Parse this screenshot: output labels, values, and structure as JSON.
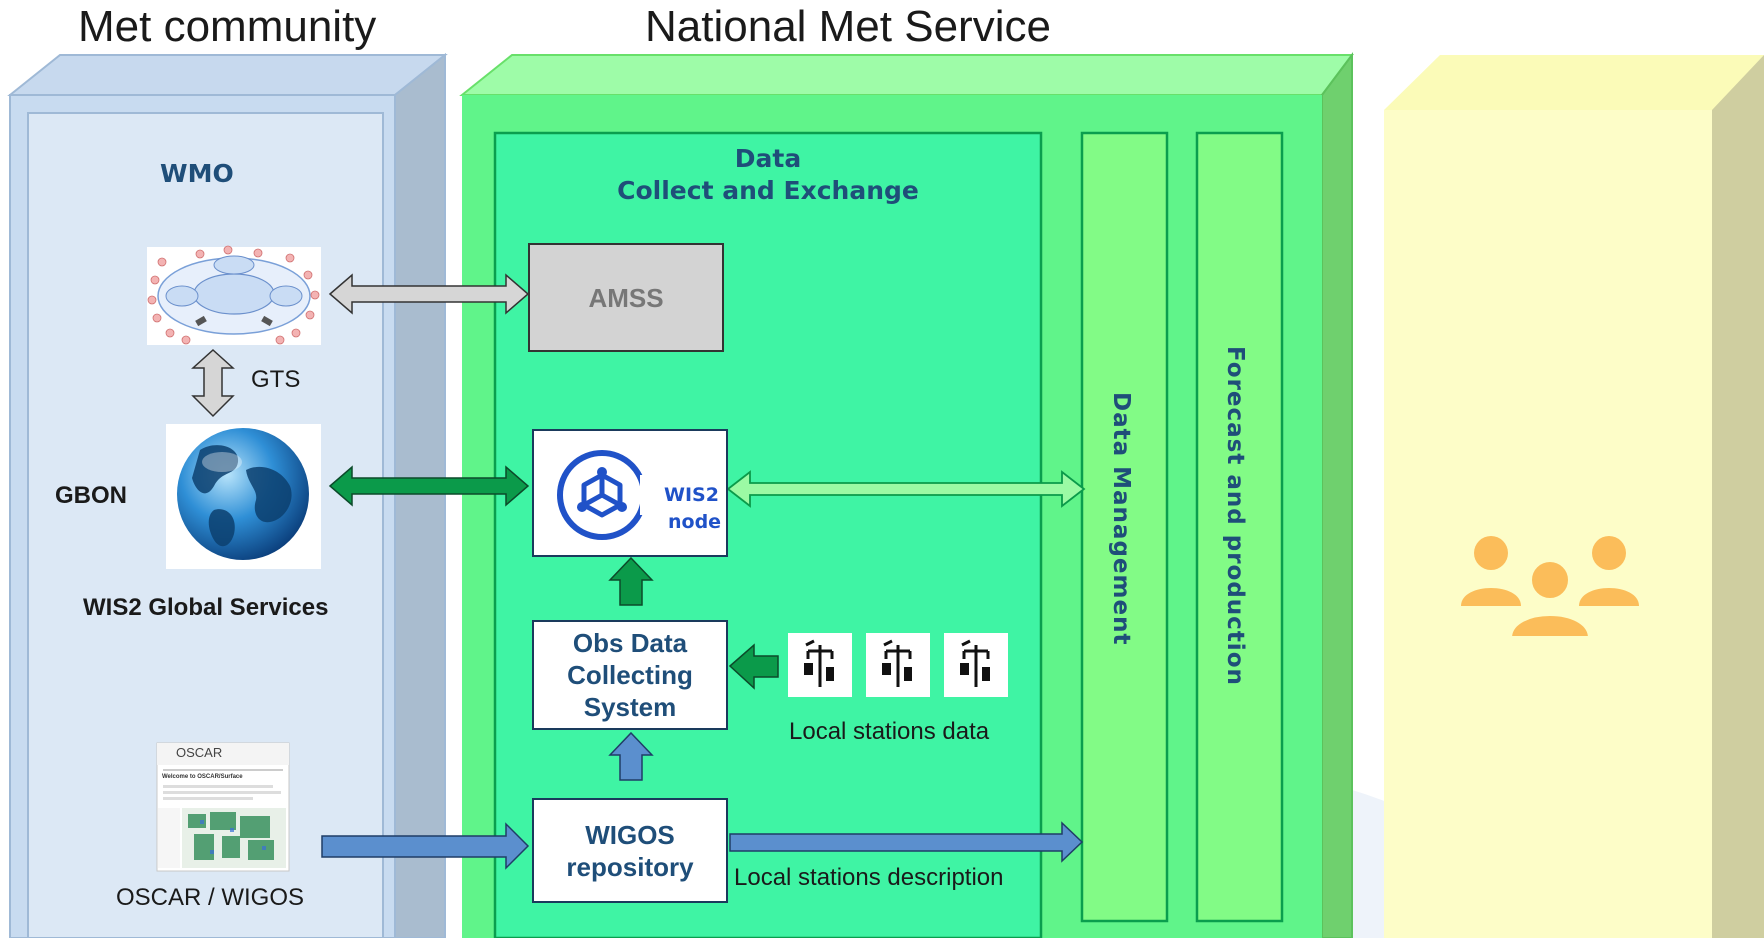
{
  "headers": {
    "met_community": "Met community",
    "national_met_service": "National Met Service"
  },
  "left_panel": {
    "wmo_label": "WMO",
    "gts_label": "GTS",
    "gbon_label": "GBON",
    "wis2_global_label": "WIS2 Global Services",
    "oscar_label": "OSCAR / WIGOS",
    "oscar_thumb_title": "OSCAR",
    "oscar_thumb_heading": "Welcome to OSCAR/Surface"
  },
  "nms_panel": {
    "data_title_line1": "Data",
    "data_title_line2": "Collect and Exchange",
    "amss_label": "AMSS",
    "wis2_node_line1": "WIS2",
    "wis2_node_line2": "node",
    "obs_line1": "Obs Data",
    "obs_line2": "Collecting",
    "obs_line3": "System",
    "wigos_line1": "WIGOS",
    "wigos_line2": "repository",
    "local_stations_data": "Local stations data",
    "local_stations_description": "Local stations description",
    "data_management": "Data Management",
    "forecast_production": "Forecast and production"
  },
  "colors": {
    "wmo_panel": "#dce8f5",
    "nms_panel": "#5ff58a",
    "data_panel": "#3ff4a4",
    "column_panel": "#82fb86",
    "users_panel": "#fdfdc8",
    "arrow_green": "#0b9a4a",
    "arrow_blue": "#5b8fce",
    "arrow_grey": "#c8c8c8",
    "users_icon": "#fbbd5a"
  },
  "icons": [
    "gts-network-icon",
    "globe-icon",
    "wis2-logo-icon",
    "weather-station-icon",
    "users-group-icon",
    "oscar-screenshot"
  ]
}
